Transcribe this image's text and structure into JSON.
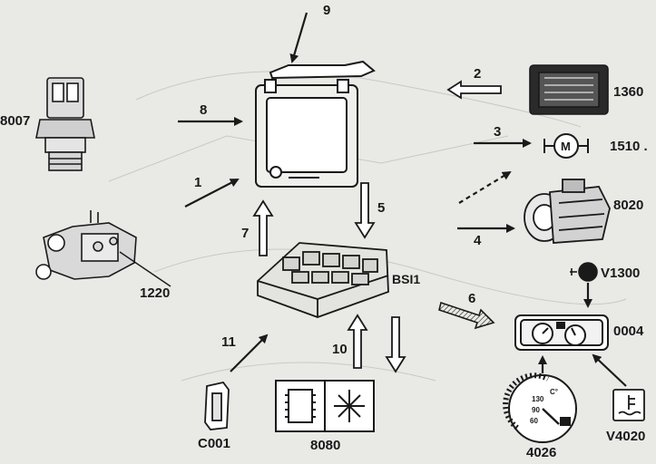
{
  "components": {
    "pressure_switch": "8007",
    "coolant_sensor_block": "1220",
    "engine_ecu_top": "9",
    "ecu_1360": "1360",
    "motor_1510": "1510 .",
    "compressor_8020": "8020",
    "bsi": "BSI1",
    "indicator_v1300": "V1300",
    "cluster_0004": "0004",
    "gauge_4026": "4026",
    "warning_v4020": "V4020",
    "connector_c001": "C001",
    "control_panel_8080": "8080"
  },
  "arrows": {
    "a1": "1",
    "a2": "2",
    "a3": "3",
    "a4": "4",
    "a5": "5",
    "a6": "6",
    "a7": "7",
    "a8": "8",
    "a10": "10",
    "a11": "11"
  },
  "gauge_marks": {
    "c": "C°",
    "t130": "130",
    "t90": "90",
    "t60": "60"
  },
  "colors": {
    "ink": "#1a1a1a",
    "paper": "#e9e9e6",
    "hatch": "#b8b8b4"
  }
}
